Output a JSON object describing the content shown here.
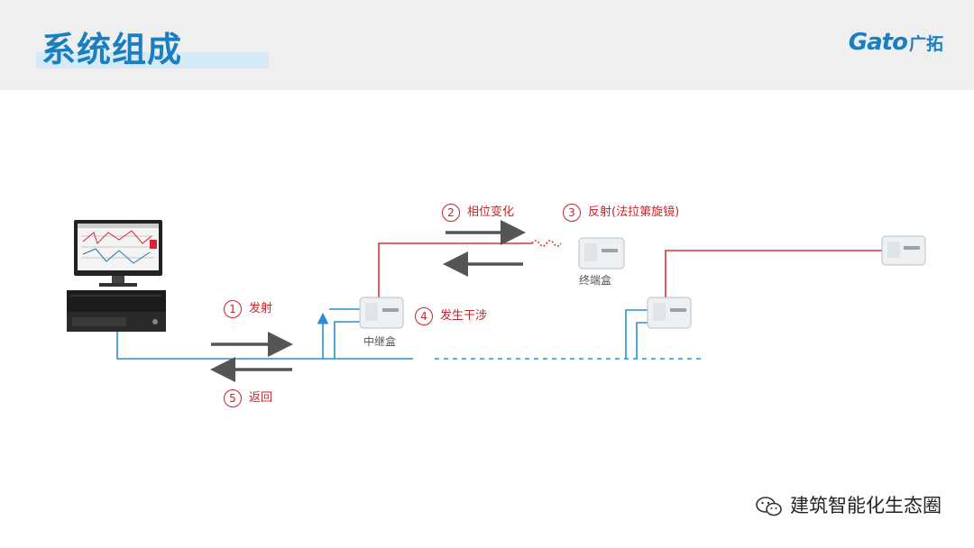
{
  "header": {
    "title": "系统组成",
    "logo_en": "Gato",
    "logo_cn": "广拓"
  },
  "steps": [
    {
      "num": "1",
      "label": "发射"
    },
    {
      "num": "2",
      "label": "相位变化"
    },
    {
      "num": "3",
      "label": "反射(法拉第旋镜)"
    },
    {
      "num": "4",
      "label": "发生干涉"
    },
    {
      "num": "5",
      "label": "返回"
    }
  ],
  "nodes": {
    "relay": "中继盒",
    "terminal": "终端盒"
  },
  "watermark": "建筑智能化生态圈",
  "colors": {
    "accent": "#1a7fc0",
    "step": "#c7252b",
    "fiber_red": "#d9342e",
    "fiber_blue": "#2a8fd0",
    "arrow": "#555555"
  }
}
